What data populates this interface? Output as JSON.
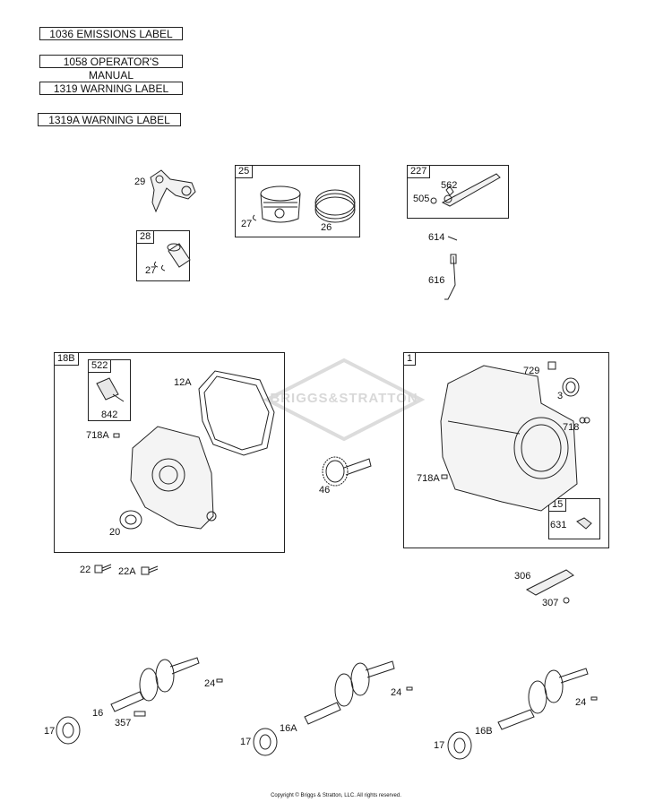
{
  "labels": {
    "emissions": "1036 EMISSIONS LABEL",
    "manual": "1058 OPERATOR'S MANUAL",
    "warning": "1319 WARNING LABEL",
    "warning_a": "1319A WARNING LABEL"
  },
  "groups": {
    "g25": "25",
    "g28": "28",
    "g227": "227",
    "g18b": "18B",
    "g522": "522",
    "g1": "1",
    "g15": "15"
  },
  "parts": {
    "p29": "29",
    "p27a": "27",
    "p26": "26",
    "p27b": "27",
    "p505": "505",
    "p562": "562",
    "p614": "614",
    "p616": "616",
    "p842": "842",
    "p12a": "12A",
    "p718a_l": "718A",
    "p20": "20",
    "p46": "46",
    "p729": "729",
    "p3": "3",
    "p718": "718",
    "p718a_r": "718A",
    "p631": "631",
    "p22": "22",
    "p22a": "22A",
    "p306": "306",
    "p307": "307",
    "p24a": "24",
    "p16": "16",
    "p357": "357",
    "p17a": "17",
    "p24b": "24",
    "p16a": "16A",
    "p17b": "17",
    "p24c": "24",
    "p16b": "16B",
    "p17c": "17"
  },
  "watermark": "BRIGGS&STRATTON",
  "copyright": "Copyright © Briggs & Stratton, LLC. All rights reserved."
}
